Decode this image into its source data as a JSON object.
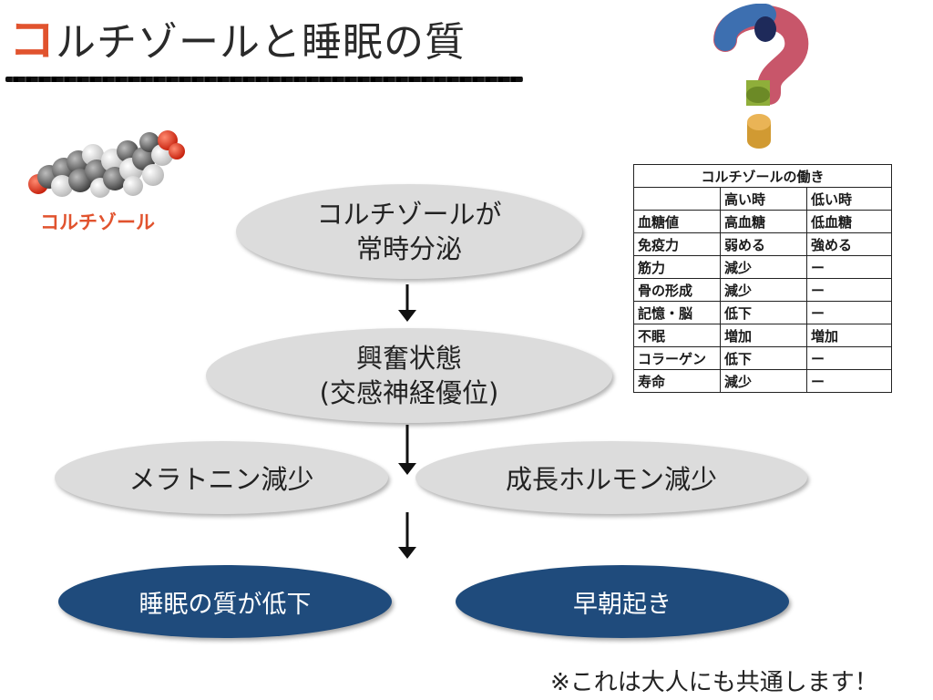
{
  "title": {
    "first_char": "コ",
    "rest": "ルチゾールと睡眠の質"
  },
  "molecule_label": "コルチゾール",
  "colors": {
    "accent": "#e1532e",
    "ellipse_grey": "#dcdcdc",
    "ellipse_blue": "#1f4b7c"
  },
  "flow": {
    "step1": {
      "line1": "コルチゾールが",
      "line2": "常時分泌"
    },
    "step2": {
      "line1": "興奮状態",
      "line2": "(交感神経優位)"
    },
    "step3_left": "メラトニン減少",
    "step3_right": "成長ホルモン減少",
    "result_left": "睡眠の質が低下",
    "result_right": "早朝起き"
  },
  "table": {
    "caption": "コルチゾールの働き",
    "headers": [
      "",
      "高い時",
      "低い時"
    ],
    "rows": [
      [
        "血糖値",
        "高血糖",
        "低血糖"
      ],
      [
        "免疫力",
        "弱める",
        "強める"
      ],
      [
        "筋力",
        "減少",
        "ー"
      ],
      [
        "骨の形成",
        "減少",
        "ー"
      ],
      [
        "記憶・脳",
        "低下",
        "ー"
      ],
      [
        "不眠",
        "増加",
        "増加"
      ],
      [
        "コラーゲン",
        "低下",
        "ー"
      ],
      [
        "寿命",
        "減少",
        "ー"
      ]
    ]
  },
  "footnote": "※これは大人にも共通します！"
}
